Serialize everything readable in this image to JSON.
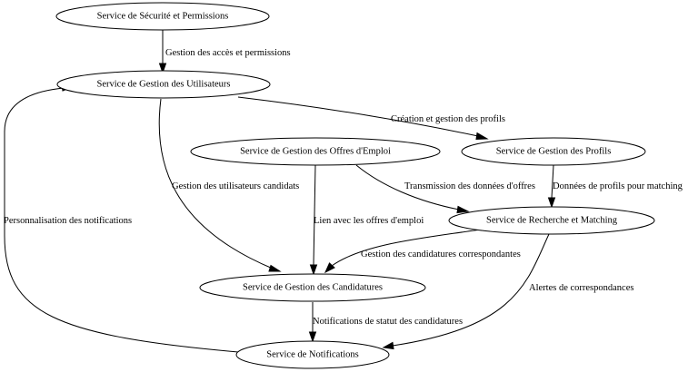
{
  "nodes": {
    "securite": "Service de Sécurité et Permissions",
    "utilisateurs": "Service de Gestion des Utilisateurs",
    "offres": "Service de Gestion des Offres d'Emploi",
    "profils": "Service de Gestion des Profils",
    "recherche": "Service de Recherche et Matching",
    "candidatures": "Service de Gestion des Candidatures",
    "notifications": "Service de Notifications"
  },
  "edges": {
    "securite_utilisateurs": "Gestion des accès et permissions",
    "utilisateurs_profils": "Création et gestion des profils",
    "utilisateurs_candidatures": "Gestion des utilisateurs candidats",
    "offres_candidatures": "Lien avec les offres d'emploi",
    "offres_recherche": "Transmission des données d'offres",
    "profils_recherche": "Données de profils pour matching",
    "recherche_candidatures": "Gestion des candidatures correspondantes",
    "recherche_notifications": "Alertes de correspondances",
    "candidatures_notifications": "Notifications de statut des candidatures",
    "notifications_utilisateurs": "Personnalisation des notifications"
  }
}
